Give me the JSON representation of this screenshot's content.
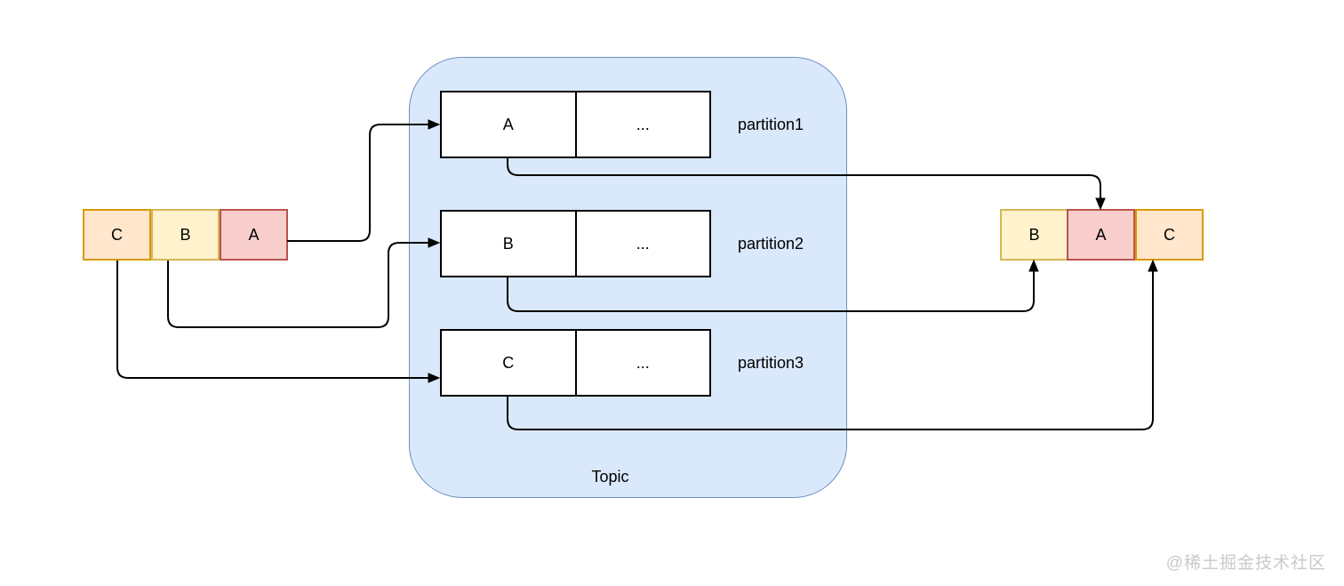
{
  "diagram": {
    "producer_queue": {
      "cells": [
        {
          "label": "C",
          "color": "#ffe6cc"
        },
        {
          "label": "B",
          "color": "#fff2cc"
        },
        {
          "label": "A",
          "color": "#f8cecc"
        }
      ]
    },
    "topic": {
      "label": "Topic",
      "partitions": [
        {
          "head": "A",
          "rest": "...",
          "label": "partition1"
        },
        {
          "head": "B",
          "rest": "...",
          "label": "partition2"
        },
        {
          "head": "C",
          "rest": "...",
          "label": "partition3"
        }
      ]
    },
    "consumer_queue": {
      "cells": [
        {
          "label": "B",
          "color": "#fff2cc"
        },
        {
          "label": "A",
          "color": "#f8cecc"
        },
        {
          "label": "C",
          "color": "#ffe6cc"
        }
      ]
    },
    "watermark": "@稀土掘金技术社区",
    "colors": {
      "topic_fill": "#dae8fc",
      "topic_stroke": "#6c8ebf",
      "cell_orange_fill": "#ffe6cc",
      "cell_orange_stroke": "#d79b00",
      "cell_yellow_fill": "#fff2cc",
      "cell_yellow_stroke": "#d6b656",
      "cell_red_fill": "#f8cecc",
      "cell_red_stroke": "#b85450",
      "arrow": "#000000",
      "watermark_text": "#c9c9c9"
    }
  }
}
